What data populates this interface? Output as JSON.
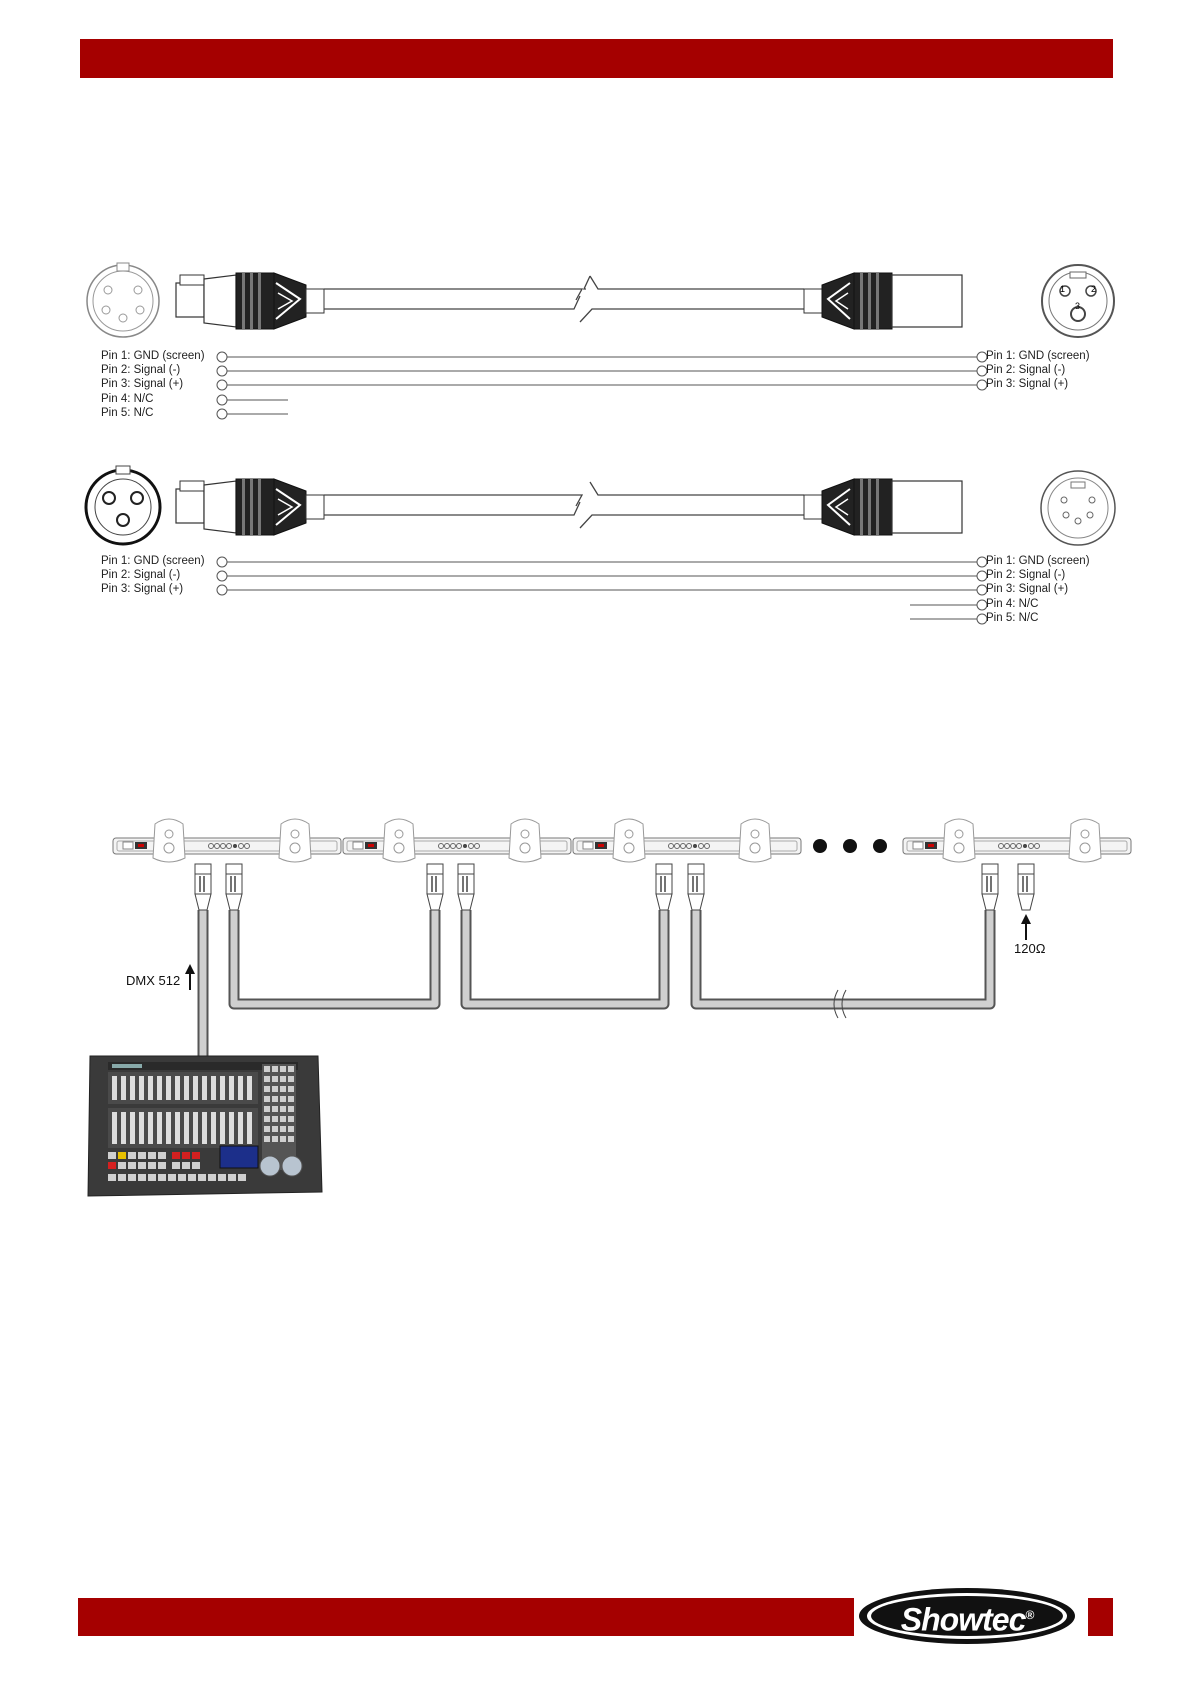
{
  "cable_top": {
    "left_pins": [
      "Pin 1: GND (screen)",
      "Pin 2: Signal (-)",
      "Pin 3: Signal (+)",
      "Pin 4: N/C",
      "Pin 5: N/C"
    ],
    "right_pins": [
      "Pin 1: GND (screen)",
      "Pin 2: Signal (-)",
      "Pin 3: Signal (+)"
    ],
    "male_pin_numbers": [
      "1",
      "2",
      "3"
    ]
  },
  "cable_bottom": {
    "left_pins": [
      "Pin 1: GND (screen)",
      "Pin 2: Signal (-)",
      "Pin 3: Signal (+)"
    ],
    "right_pins": [
      "Pin 1: GND (screen)",
      "Pin 2: Signal (-)",
      "Pin 3: Signal (+)",
      "Pin 4: N/C",
      "Pin 5: N/C"
    ]
  },
  "dmx_chain": {
    "input_label": "DMX 512",
    "terminator_label": "120Ω",
    "fixture_count": 4
  },
  "brand": {
    "logo_text": "Showtec",
    "logo_mark": "®"
  },
  "colors": {
    "accent": "#a50000",
    "line": "#555555"
  }
}
